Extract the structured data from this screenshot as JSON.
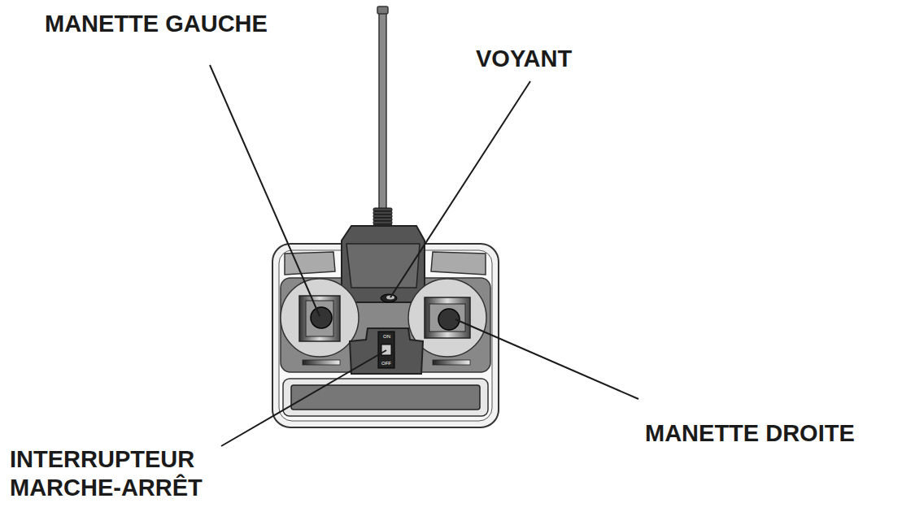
{
  "diagram": {
    "labels": [
      "MANETTE GAUCHE",
      "VOYANT",
      "INTERRUPTEUR MARCHE-ARRÊT",
      "MANETTE DROITE",
      "ON",
      "OFF"
    ]
  }
}
